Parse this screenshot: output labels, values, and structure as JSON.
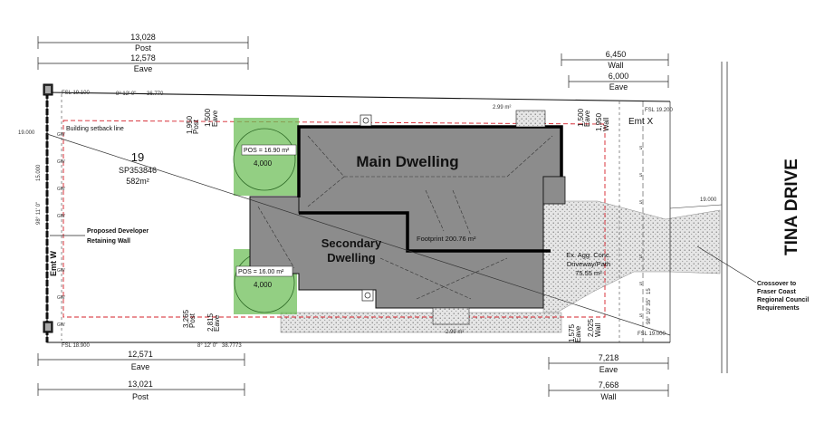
{
  "lot": {
    "number": "19",
    "plan": "SP353846",
    "area": "582m²"
  },
  "dims": {
    "top_left_post": "13,028",
    "post_label": "Post",
    "top_left_eave": "12,578",
    "eave_label": "Eave",
    "top_right_wall": "6,450",
    "wall_label": "Wall",
    "top_right_eave": "6,000",
    "bottom_left_eave": "12,571",
    "bottom_left_post": "13,021",
    "bottom_right_eave": "7,218",
    "bottom_right_wall": "7,668",
    "setback_top_1": "1,950",
    "setback_top_2": "1,500",
    "setback_right_1": "1,500",
    "setback_right_2": "1,950",
    "setback_bottom_1": "3,265",
    "setback_bottom_2": "2,815",
    "setback_br_1": "1,575",
    "setback_br_2": "2,025"
  },
  "survey": {
    "fsl_tl": "FSL 19.100",
    "fsl_bl": "FSL 18.900",
    "fsl_tr": "FSL 19.200",
    "fsl_br": "FSL 19.000",
    "bearing_top": "8° 12' 0\"",
    "dist_top": "36.770",
    "bearing_bottom": "8° 12' 0\"",
    "dist_bottom": "38.7773",
    "left_bearing": "98° 11' 0\"",
    "left_dist": "15.000",
    "right_bearing": "98° 10' 35\"",
    "right_dist": "15",
    "level_left": "19.000",
    "level_right": "19.000"
  },
  "labels": {
    "setback_line": "Building setback line",
    "retaining_wall": "Proposed Developer Retaining Wall",
    "emt_w": "Emt W",
    "emt_x": "Emt X",
    "main_dwelling": "Main Dwelling",
    "secondary_dwelling_1": "Secondary",
    "secondary_dwelling_2": "Dwelling",
    "footprint": "Footprint 200.76 m²",
    "driveway_1": "Ex. Agg. Conc.",
    "driveway_2": "Driveway/Path",
    "driveway_3": "75.55 m²",
    "pos_top": "POS = 16.90 m²",
    "pos_top_dim": "4,000",
    "pos_bottom": "POS = 16.00 m²",
    "pos_bottom_dim": "4,000",
    "area_top": "2.99 m²",
    "area_bottom": "2.99 m²",
    "road": "TINA DRIVE",
    "crossover_1": "Crossover to",
    "crossover_2": "Fraser Coast",
    "crossover_3": "Regional Council",
    "crossover_4": "Requirements"
  },
  "colors": {
    "building": "#8c8c8c",
    "pos": "#6fbf5a",
    "setback": "#d4202a"
  }
}
